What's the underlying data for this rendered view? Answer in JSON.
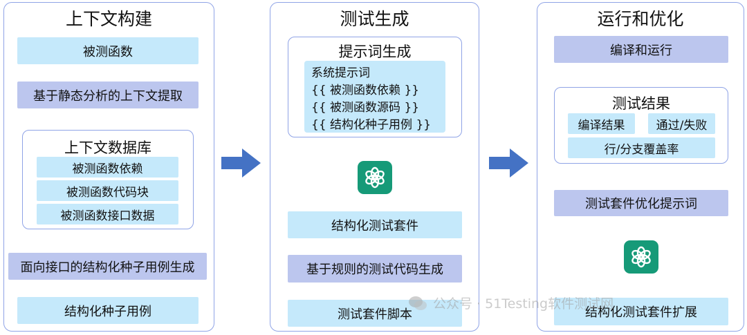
{
  "panels": {
    "context": {
      "title": "上下文构建",
      "step1": "被测函数",
      "step2": "基于静态分析的上下文提取",
      "db": {
        "title": "上下文数据库",
        "items": [
          "被测函数依赖",
          "被测函数代码块",
          "被测函数接口数据"
        ]
      },
      "step3": "面向接口的结构化种子用例生成",
      "step4": "结构化种子用例"
    },
    "testgen": {
      "title": "测试生成",
      "prompt_gen": {
        "title": "提示词生成",
        "lines": [
          "系统提示词",
          "{{ 被测函数依赖 }}",
          "{{ 被测函数源码 }}",
          "{{ 结构化种子用例 }}"
        ]
      },
      "step1": "结构化测试套件",
      "step2": "基于规则的测试代码生成",
      "step3": "测试套件脚本"
    },
    "optimize": {
      "title": "运行和优化",
      "step1": "编译和运行",
      "results": {
        "title": "测试结果",
        "compile": "编译结果",
        "passfail": "通过/失败",
        "coverage": "行/分支覆盖率"
      },
      "step2": "测试套件优化提示词",
      "step3": "结构化测试套件扩展"
    }
  },
  "watermark": "公众号 · 51Testing软件测试网",
  "colors": {
    "panel_border": "#8fa3e6",
    "box_cyan": "#c5e9fb",
    "box_blue": "#bcc6ee",
    "arrow": "#6f89d8",
    "big_arrow": "#4472c4",
    "gpt_green": "#169a78"
  }
}
